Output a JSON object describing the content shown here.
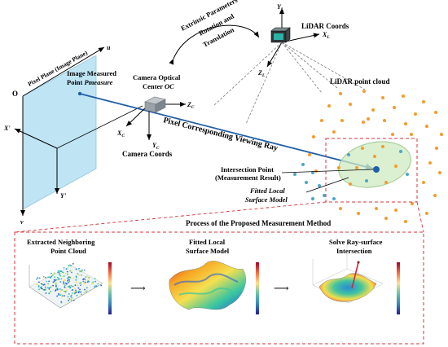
{
  "top": {
    "pixel_plane": {
      "label": "Pixel Plane (Image Plane)",
      "origin": "O",
      "u": "u",
      "v": "v",
      "x_prime": "X'",
      "y_prime": "Y'",
      "plane_color": "#bfe4f4"
    },
    "image_point": {
      "label_line1": "Image Measured",
      "label_line2_prefix": "Point ",
      "label_line2_italic": "Pmeasure"
    },
    "camera": {
      "center_line1": "Camera Optical",
      "center_line2_prefix": "Center ",
      "center_line2_italic": "OC",
      "coords_label": "Camera Coords",
      "zc": "Z",
      "xc": "X",
      "yc": "Y",
      "sub": "C"
    },
    "extrinsic": {
      "line1": "Extrinsic Parameters",
      "line2": "Rotation and",
      "line3": "Translation"
    },
    "lidar": {
      "coords_label": "LiDAR Coords",
      "cloud_label": "LiDAR point cloud",
      "yl": "Y",
      "xl": "X",
      "zl": "Z",
      "sub": "L"
    },
    "viewing_ray": {
      "label": "Pixel Corresponding Viewing Ray",
      "color": "#1f5fa8"
    },
    "intersection": {
      "line1": "Intersection Point",
      "line2": "(Measurement Result)"
    },
    "surface_model": {
      "line1": "Fitted Local",
      "line2": "Surface Model"
    }
  },
  "process": {
    "title": "Process of the Proposed Measurement Method",
    "border_color": "#d9333a",
    "steps": [
      {
        "line1": "Extracted Neighboring",
        "line2": "Point Cloud"
      },
      {
        "line1": "Fitted Local",
        "line2": "Surface Model"
      },
      {
        "line1": "Solve Ray-surface",
        "line2": "Intersection"
      }
    ]
  },
  "colors": {
    "orange_points": "#f39c2b",
    "blue_points": "#49a7c9",
    "ellipse_fill": "#cfe9c1",
    "ellipse_stroke": "#9cc98a"
  }
}
